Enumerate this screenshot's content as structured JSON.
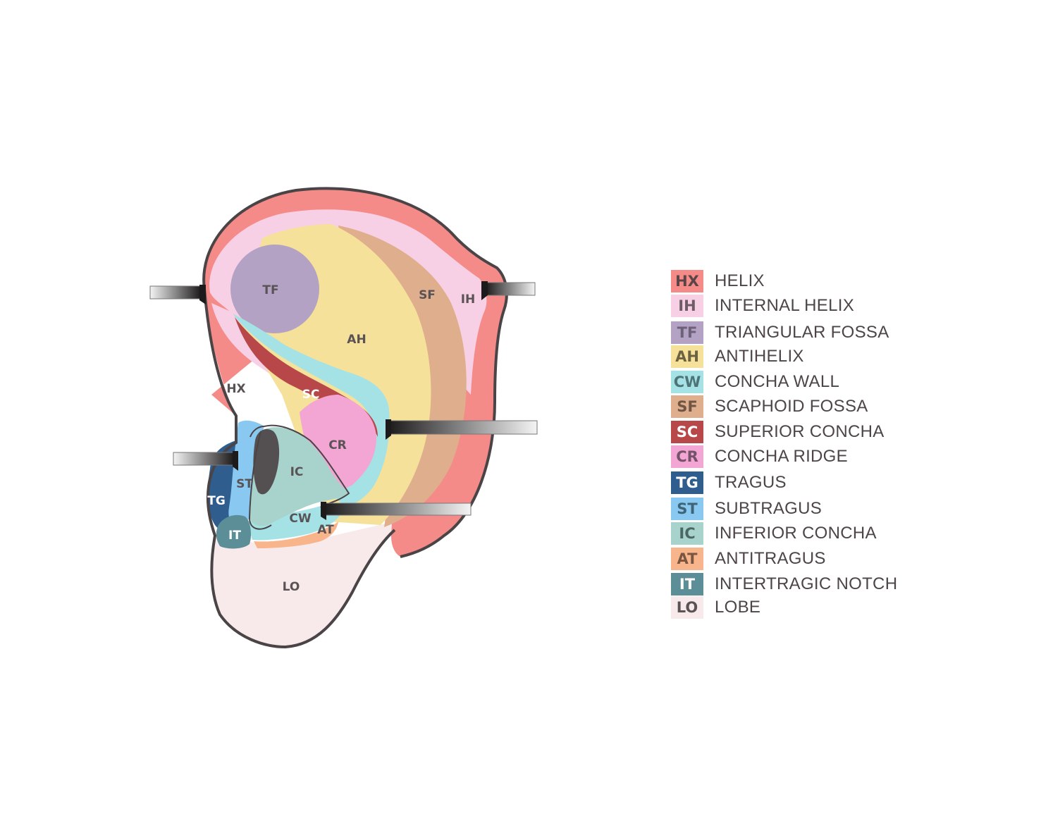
{
  "regions": [
    {
      "code": "HX",
      "name": "HELIX",
      "color": "#f58b88",
      "code_color": "#5a4446"
    },
    {
      "code": "IH",
      "name": "INTERNAL HELIX",
      "color": "#f8d0e5",
      "code_color": "#6e5d66"
    },
    {
      "code": "TF",
      "name": "TRIANGULAR FOSSA",
      "color": "#b3a2c4",
      "code_color": "#6d6179"
    },
    {
      "code": "AH",
      "name": "ANTIHELIX",
      "color": "#f5e19a",
      "code_color": "#6c6140"
    },
    {
      "code": "CW",
      "name": "CONCHA WALL",
      "color": "#a5e2e6",
      "code_color": "#4e7477"
    },
    {
      "code": "SF",
      "name": "SCAPHOID FOSSA",
      "color": "#dfae8c",
      "code_color": "#6e5544"
    },
    {
      "code": "SC",
      "name": "SUPERIOR CONCHA",
      "color": "#b8474a",
      "code_color": "#ffffff"
    },
    {
      "code": "CR",
      "name": "CONCHA RIDGE",
      "color": "#f3a5d3",
      "code_color": "#74526a"
    },
    {
      "code": "TG",
      "name": "TRAGUS",
      "color": "#2f5d8e",
      "code_color": "#ffffff"
    },
    {
      "code": "ST",
      "name": "SUBTRAGUS",
      "color": "#89c9f1",
      "code_color": "#3f6478"
    },
    {
      "code": "IC",
      "name": "INFERIOR CONCHA",
      "color": "#a8d3cd",
      "code_color": "#4b6763"
    },
    {
      "code": "AT",
      "name": "ANTITRAGUS",
      "color": "#f8b58b",
      "code_color": "#7a5540"
    },
    {
      "code": "IT",
      "name": "INTERTRAGIC NOTCH",
      "color": "#5c8e98",
      "code_color": "#ffffff"
    },
    {
      "code": "LO",
      "name": "LOBE",
      "color": "#f8eaea",
      "code_color": "#5a5356"
    }
  ],
  "outline_color": "#4a4447",
  "canal_color": "#545052"
}
